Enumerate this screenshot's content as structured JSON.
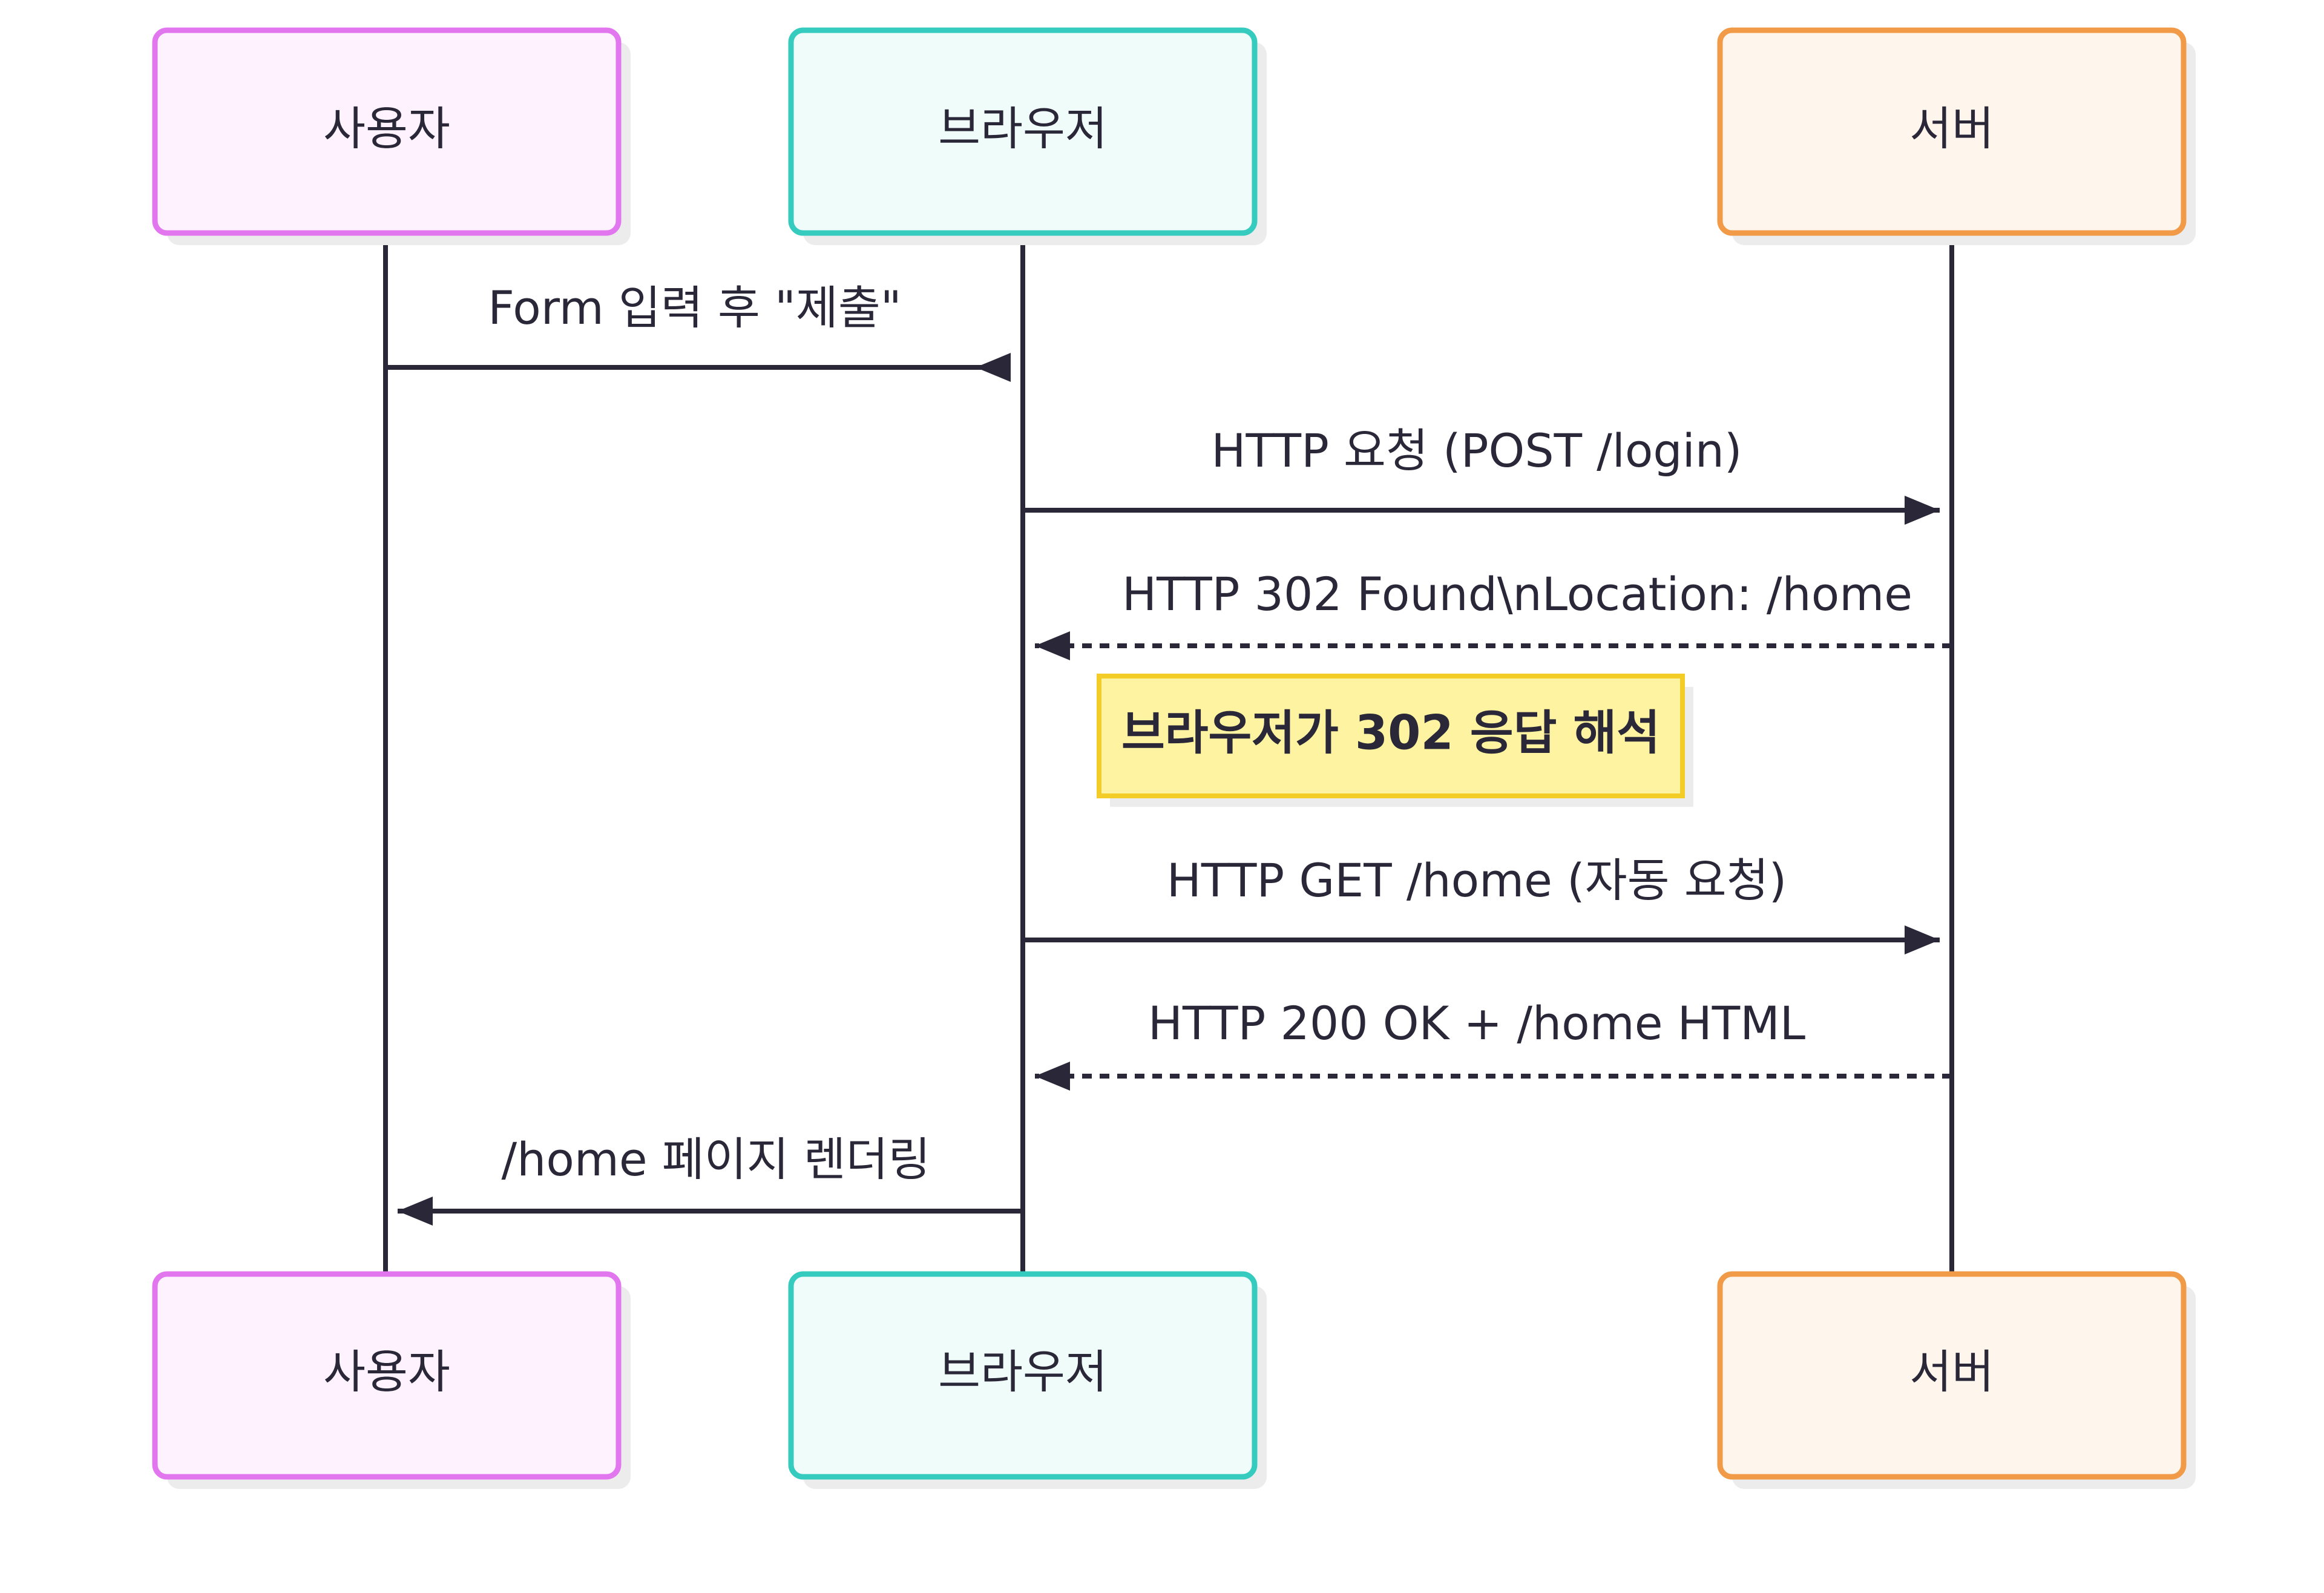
{
  "actors": [
    {
      "id": "user",
      "label": "사용자",
      "stroke": "#e176ef",
      "fill": "#fdf2fd"
    },
    {
      "id": "browser",
      "label": "브라우저",
      "stroke": "#35cbbe",
      "fill": "#effcfa"
    },
    {
      "id": "server",
      "label": "서버",
      "stroke": "#f19a47",
      "fill": "#fef6ec"
    }
  ],
  "messages": [
    {
      "from": "user",
      "to": "browser",
      "label": "Form 입력 후 \"제출\"",
      "style": "solid"
    },
    {
      "from": "browser",
      "to": "server",
      "label": "HTTP 요청 (POST /login)",
      "style": "solid"
    },
    {
      "from": "server",
      "to": "browser",
      "label": "HTTP 302 Found\\nLocation: /home",
      "style": "dashed"
    },
    {
      "from": "browser",
      "to": "server",
      "label": "HTTP GET /home (자동 요청)",
      "style": "solid"
    },
    {
      "from": "server",
      "to": "browser",
      "label": "HTTP 200 OK + /home HTML",
      "style": "dashed"
    },
    {
      "from": "browser",
      "to": "user",
      "label": "/home 페이지 렌더링",
      "style": "solid"
    }
  ],
  "note": {
    "over": "browser",
    "label": "브라우저가 302 응답 해석",
    "fill": "#fdf3a0",
    "stroke": "#f3cc28"
  },
  "colors": {
    "line": "#2a2838",
    "shadow": "#ececec"
  }
}
